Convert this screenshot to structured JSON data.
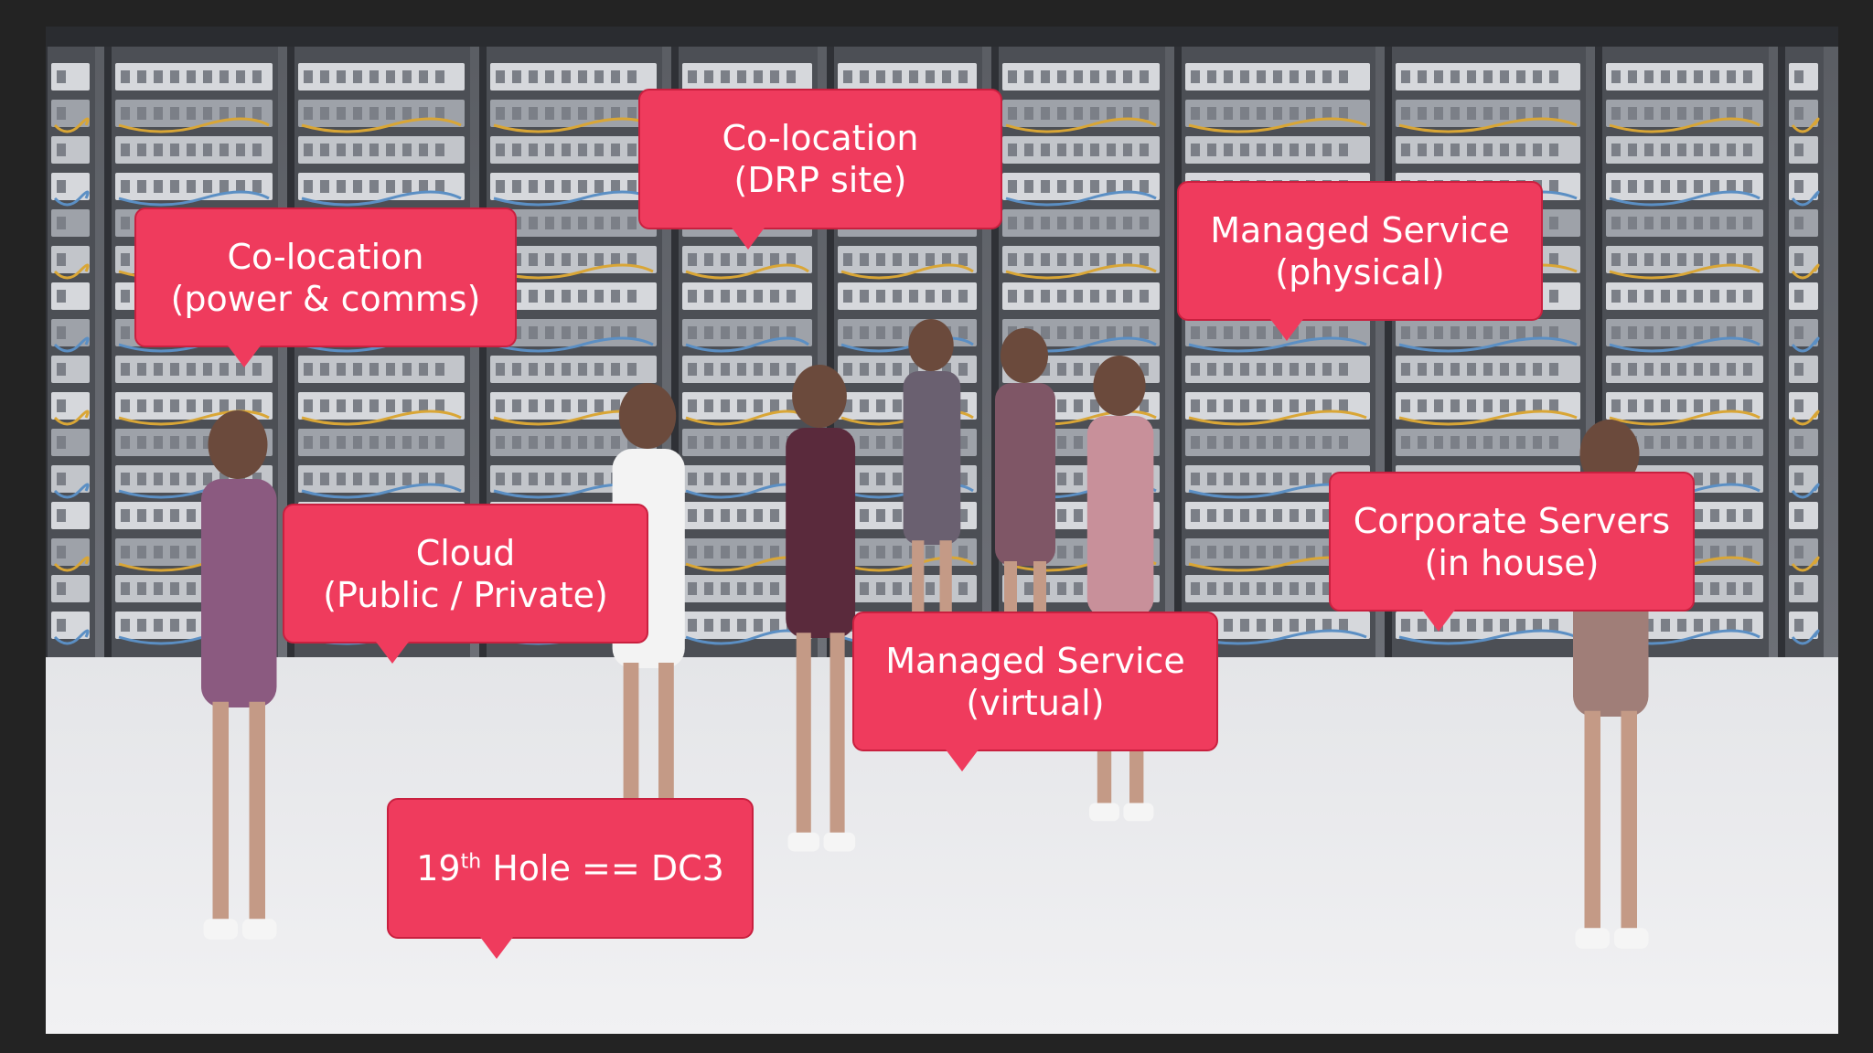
{
  "callouts": {
    "colo_drp": {
      "line1": "Co-location",
      "line2": "(DRP site)"
    },
    "colo_power": {
      "line1": "Co-location",
      "line2": "(power & comms)"
    },
    "managed_physical": {
      "line1": "Managed Service",
      "line2": "(physical)"
    },
    "cloud": {
      "line1": "Cloud",
      "line2": "(Public / Private)"
    },
    "corporate": {
      "line1": "Corporate Servers",
      "line2": "(in house)"
    },
    "managed_virtual": {
      "line1": "Managed Service",
      "line2": "(virtual)"
    },
    "hole": {
      "number": "19",
      "suffix": "th",
      "rest": " Hole == DC3"
    }
  },
  "colors": {
    "callout_fill": "#ef3b5d",
    "callout_border": "#c9203f",
    "frame_background": "#232323"
  }
}
